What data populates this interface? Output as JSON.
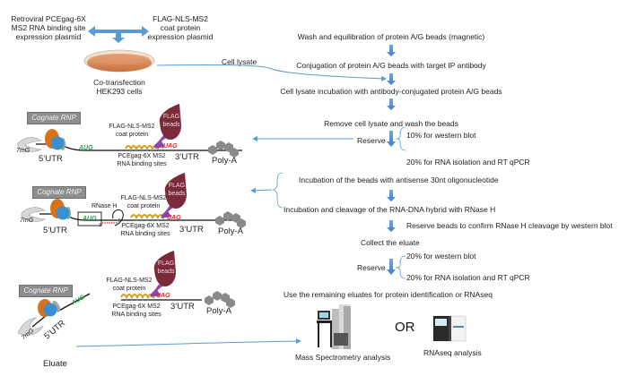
{
  "top": {
    "plasmid_left": [
      "Retroviral PCEgag-6X",
      "MS2 RNA binding site",
      "expression plasmid"
    ],
    "plasmid_right": [
      "FLAG-NLS-MS2",
      "coat protein",
      "expression  plasmid"
    ],
    "cells": [
      "Co-transfection",
      "HEK293 cells"
    ],
    "cell_lysate": "Cell lysate"
  },
  "rnp_panels": [
    {
      "cognate": "Cognate RNP",
      "cap": "7mG",
      "utr5": "5’UTR",
      "start_codon": "AUG",
      "coat": [
        "FLAG-NLS-MS2",
        "coat protein"
      ],
      "sites": [
        "PCEgag-6X MS2",
        "RNA binding sites"
      ],
      "stop_codon": "UAG",
      "utr3": "3’UTR",
      "polya": "Poly-A",
      "beads": [
        "FLAG",
        "beads"
      ]
    },
    {
      "cognate": "Cognate RNP",
      "cap": "7mG",
      "utr5": "5’UTR",
      "start_codon": "AUG",
      "rnase": "RNase H",
      "coat": [
        "FLAG-NLS-MS2",
        "coat protein"
      ],
      "sites": [
        "PCEgag-6X MS2",
        "RNA binding sites"
      ],
      "stop_codon": "UAG",
      "utr3": "3’UTR",
      "polya": "Poly-A",
      "beads": [
        "FLAG",
        "beads"
      ],
      "prime3": "3",
      "prime5": "5"
    },
    {
      "cognate": "Cognate RNP",
      "cap": "7mG",
      "utr5": "5’UTR",
      "start_codon": "AUG",
      "coat": [
        "FLAG-NLS-MS2",
        "coat protein"
      ],
      "sites": [
        "PCEgag-6X MS2",
        "RNA binding sites"
      ],
      "stop_codon": "UAG",
      "utr3": "3’UTR",
      "polya": "Poly-A",
      "beads": [
        "FLAG",
        "beads"
      ],
      "eluate": "Eluate"
    }
  ],
  "workflow": {
    "s1": "Wash and equilibration of protein A/G beads (magnetic)",
    "s2": "Conjugation of protein A/G beads with target IP antibody",
    "s3": "Cell lysate incubation with antibody-conjugated protein A/G beads",
    "s4": "Remove cell lysate and wash the beads",
    "reserve1": "Reserve",
    "r1a": "10% for western blot",
    "r1b": "20% for RNA isolation and RT qPCR",
    "s5": "Incubation of the beads with antisense 30nt oligonucleotide",
    "s6": "Incubation and cleavage of the RNA-DNA hybrid with RNase H",
    "s6b": "Reserve beads to confirm RNase H cleavage by western blot",
    "s7": "Collect the eluate",
    "reserve2": "Reserve",
    "r2a": "20% for western blot",
    "r2b": "20% for RNA isolation and RT qPCR",
    "s8": "Use the remaining eluates for protein identification or RNAseq",
    "ms": "Mass Spectrometry analysis",
    "or": "OR",
    "rnaseq": "RNAseq analysis"
  },
  "colors": {
    "arrow_blue": "#5b9bd5",
    "flag_beads": "#7b2a3a",
    "start_codon": "#1fa84a",
    "stop_codon": "#e8262b",
    "coat_protein": "#d4a017",
    "linker": "#8e44ad",
    "ribosome_orange": "#d9731b",
    "ribosome_blue": "#3a8fd0",
    "dish": "#d98a5a"
  }
}
